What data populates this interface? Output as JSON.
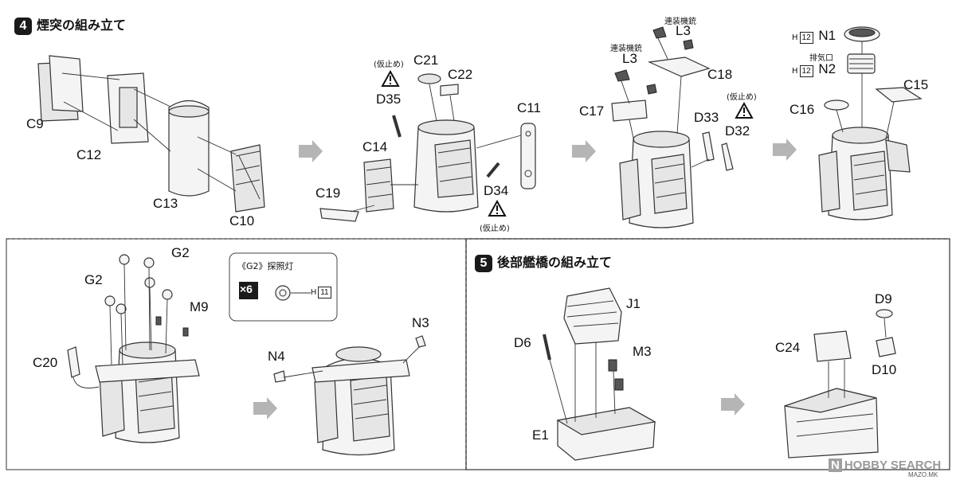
{
  "step4": {
    "number": "4",
    "title": "煙突の組み立て"
  },
  "step5": {
    "number": "5",
    "title": "後部艦橋の組み立て"
  },
  "labels": {
    "c9": "C9",
    "c12": "C12",
    "c13": "C13",
    "c10": "C10",
    "c21": "C21",
    "c22": "C22",
    "d35": "D35",
    "c11": "C11",
    "c14": "C14",
    "c19": "C19",
    "d34": "D34",
    "l3_top": "L3",
    "l3_left": "L3",
    "c18": "C18",
    "c17": "C17",
    "d33": "D33",
    "d32": "D32",
    "n1": "N1",
    "n2": "N2",
    "c15": "C15",
    "c16": "C16",
    "g2_top": "G2",
    "g2_left": "G2",
    "m9": "M9",
    "c20": "C20",
    "n3": "N3",
    "n4": "N4",
    "j1": "J1",
    "d6": "D6",
    "m3": "M3",
    "e1": "E1",
    "d9": "D9",
    "c24": "C24",
    "d10": "D10"
  },
  "notes": {
    "karidome_1": "(仮止め)",
    "karidome_2": "(仮止め)",
    "karidome_3": "(仮止め)",
    "rensou_1": "連装機銃",
    "rensou_2": "連装機銃",
    "haiki": "排気口",
    "h12_a": "12",
    "h12_b": "12",
    "h_prefix_a": "H",
    "h_prefix_b": "H",
    "h11": "11",
    "h_prefix_c": "H"
  },
  "callout_g2": {
    "title": "《G2》探照灯",
    "multiplier": "×6"
  },
  "watermark": {
    "text": "HOBBY SEARCH",
    "sub": "N"
  },
  "credit": "MAZO.MK",
  "icons": [
    "warning-triangle-icon",
    "step-arrow-icon",
    "sprue-marker-icon"
  ]
}
